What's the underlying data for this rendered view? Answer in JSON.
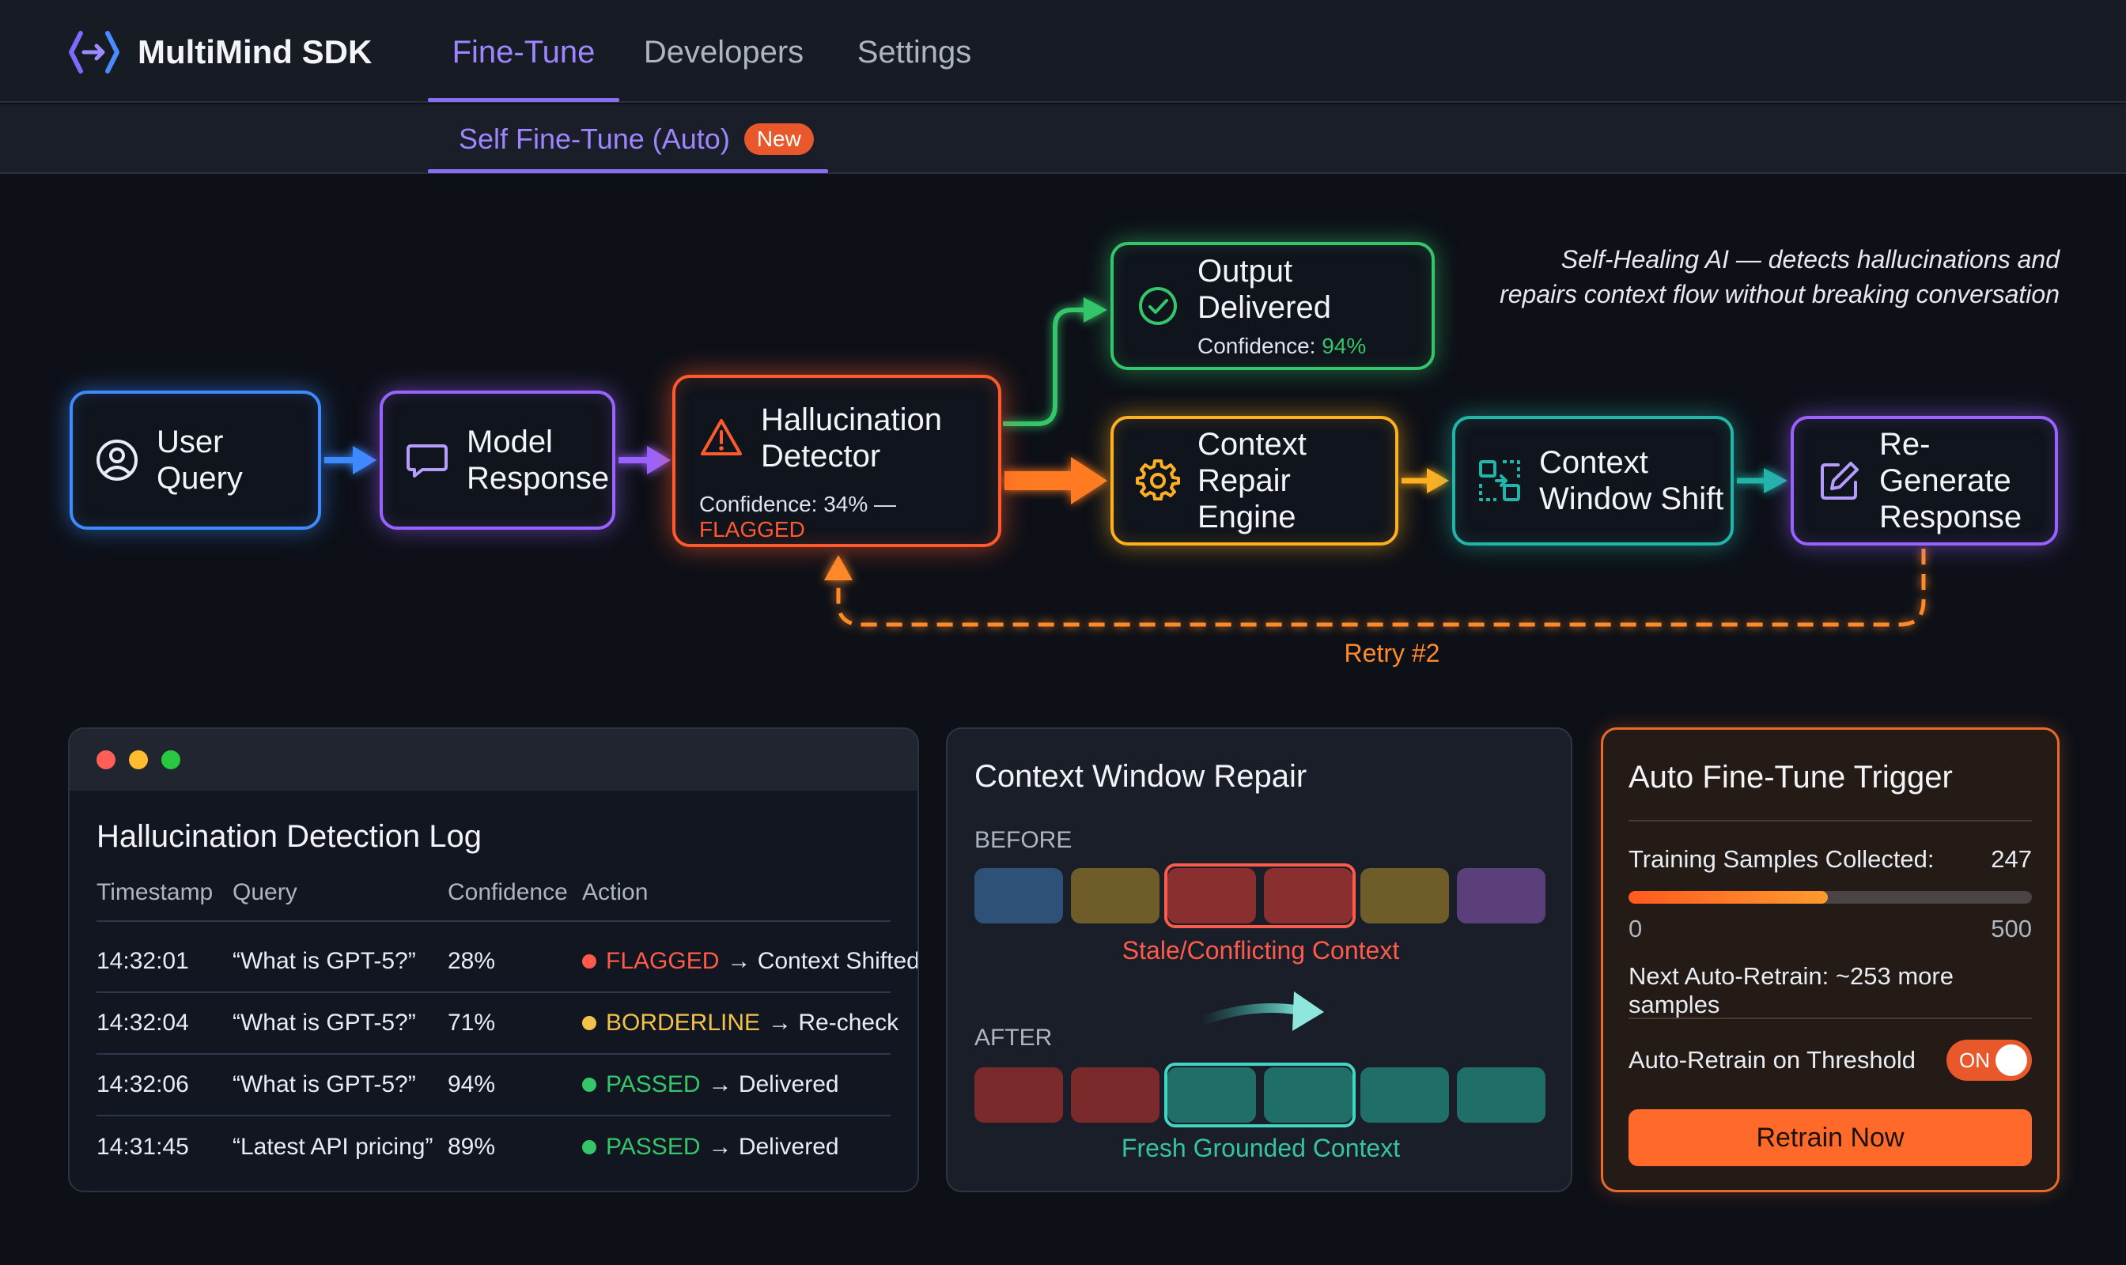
{
  "app": {
    "name": "MultiMind SDK"
  },
  "nav": {
    "tabs": [
      {
        "label": "Fine-Tune"
      },
      {
        "label": "Developers"
      },
      {
        "label": "Settings"
      }
    ],
    "active_tab": "Fine-Tune"
  },
  "subnav": {
    "tab_label": "Self Fine-Tune (Auto)",
    "badge": "New"
  },
  "flow": {
    "user_query": "User Query",
    "model_response": "Model\nResponse",
    "detector_title": "Hallucination\nDetector",
    "detector_conf_label": "Confidence: 34% —",
    "detector_status": "FLAGGED",
    "output_title": "Output Delivered",
    "output_conf_label": "Confidence:",
    "output_conf_value": "94%",
    "repair_title": "Context\nRepair Engine",
    "shift_title": "Context\nWindow Shift",
    "regen_title": "Re-Generate\nResponse",
    "retry_label": "Retry #2",
    "tagline_line1": "Self-Healing AI — detects hallucinations and",
    "tagline_line2": "repairs context flow without breaking conversation"
  },
  "colors": {
    "blue": "#3d8bff",
    "purple": "#9a63ff",
    "red": "#ff5a2e",
    "green": "#35c56a",
    "yellow": "#ffb020",
    "teal": "#22b5a8",
    "orange": "#ff8a2a"
  },
  "log": {
    "title": "Hallucination Detection Log",
    "columns": [
      "Timestamp",
      "Query",
      "Confidence",
      "Action"
    ],
    "rows": [
      {
        "time": "14:32:01",
        "query": "“What is GPT-5?”",
        "confidence": "28%",
        "status": "FLAGGED",
        "status_color": "#ff5a4a",
        "result": "→ Context Shifted"
      },
      {
        "time": "14:32:04",
        "query": "“What is GPT-5?”",
        "confidence": "71%",
        "status": "BORDERLINE",
        "status_color": "#f2c24a",
        "result": "→ Re-check"
      },
      {
        "time": "14:32:06",
        "query": "“What is GPT-5?”",
        "confidence": "94%",
        "status": "PASSED",
        "status_color": "#35c56a",
        "result": "→ Delivered"
      },
      {
        "time": "14:31:45",
        "query": "“Latest API pricing”",
        "confidence": "89%",
        "status": "PASSED",
        "status_color": "#35c56a",
        "result": "→ Delivered"
      }
    ]
  },
  "context_repair": {
    "title": "Context Window Repair",
    "before_label": "BEFORE",
    "before_caption": "Stale/Conflicting Context",
    "after_label": "AFTER",
    "after_caption": "Fresh Grounded Context",
    "before_blocks": [
      "#2e5178",
      "#6e5d28",
      "#8a2f30",
      "#8a2f30",
      "#6e5d28",
      "#5a3f7a"
    ],
    "after_blocks": [
      "#7a2a2a",
      "#7a2a2a",
      "#1f6e68",
      "#1f6e68",
      "#1f6e68",
      "#1f6e68"
    ]
  },
  "trigger": {
    "title": "Auto Fine-Tune Trigger",
    "samples_label": "Training Samples Collected:",
    "samples_value": "247",
    "progress_fraction": 0.494,
    "range_min": "0",
    "range_max": "500",
    "next_retrain": "Next Auto-Retrain: ~253 more samples",
    "toggle_label": "Auto-Retrain on Threshold",
    "toggle_state": "ON",
    "button_label": "Retrain Now"
  }
}
